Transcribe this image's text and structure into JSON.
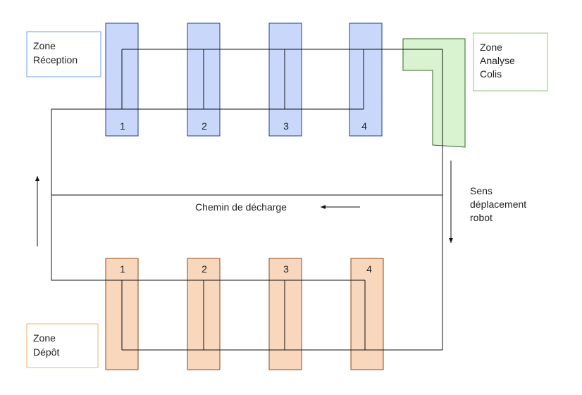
{
  "colors": {
    "reception_fill": "#c9d7fb",
    "reception_stroke": "#1f3e99",
    "reception_box_border": "#6d9eeb",
    "analyse_fill": "#d9f2d0",
    "analyse_stroke": "#2f6a1f",
    "analyse_box_border": "#93c47d",
    "depot_fill": "#f8d7bd",
    "depot_stroke": "#8a4a1a",
    "depot_box_border": "#f6b26b"
  },
  "zones": {
    "reception": {
      "line1": "Zone",
      "line2": "Réception"
    },
    "analyse": {
      "line1": "Zone",
      "line2": "Analyse",
      "line3": "Colis"
    },
    "depot": {
      "line1": "Zone",
      "line2": "Dépôt"
    }
  },
  "reception_racks": [
    "1",
    "2",
    "3",
    "4"
  ],
  "depot_racks": [
    "1",
    "2",
    "3",
    "4"
  ],
  "unload_path_label": "Chemin de décharge",
  "robot_direction": {
    "line1": "Sens",
    "line2": "déplacement",
    "line3": "robot"
  }
}
